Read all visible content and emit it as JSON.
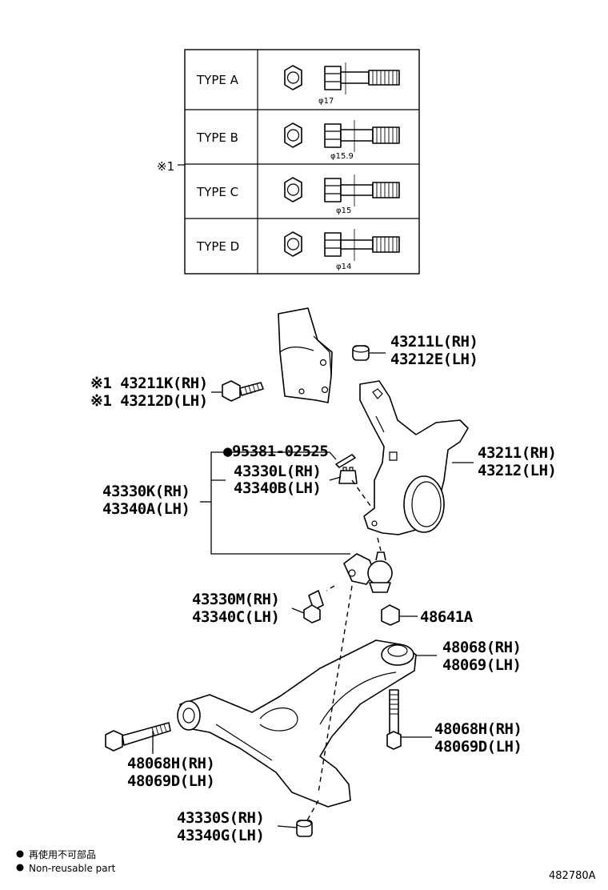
{
  "type_table": {
    "ref_mark": "※1",
    "rows": [
      {
        "label": "TYPE A",
        "dia": "φ17"
      },
      {
        "label": "TYPE B",
        "dia": "φ15.9"
      },
      {
        "label": "TYPE C",
        "dia": "φ15"
      },
      {
        "label": "TYPE D",
        "dia": "φ14"
      }
    ]
  },
  "callouts": {
    "nut_top": [
      "43211L(RH)",
      "43212E(LH)"
    ],
    "bolt_top": [
      "※1 43211K(RH)",
      "※1 43212D(LH)"
    ],
    "cotter_pin": "●95381-02525",
    "castle_nut": [
      "43330L(RH)",
      "43340B(LH)"
    ],
    "ball_joint_assy": [
      "43330K(RH)",
      "43340A(LH)"
    ],
    "knuckle": [
      "43211(RH)",
      "43212(LH)"
    ],
    "ball_bolt": [
      "43330M(RH)",
      "43340C(LH)"
    ],
    "arm_nut": "48641A",
    "lower_arm": [
      "48068(RH)",
      "48069(LH)"
    ],
    "rear_bolt": [
      "48068H(RH)",
      "48069D(LH)"
    ],
    "front_bolt": [
      "48068H(RH)",
      "48069D(LH)"
    ],
    "lock_nut": [
      "43330S(RH)",
      "43340G(LH)"
    ]
  },
  "legend": {
    "jp": "再使用不可部品",
    "en": "Non-reusable part"
  },
  "diagram_id": "482780A"
}
